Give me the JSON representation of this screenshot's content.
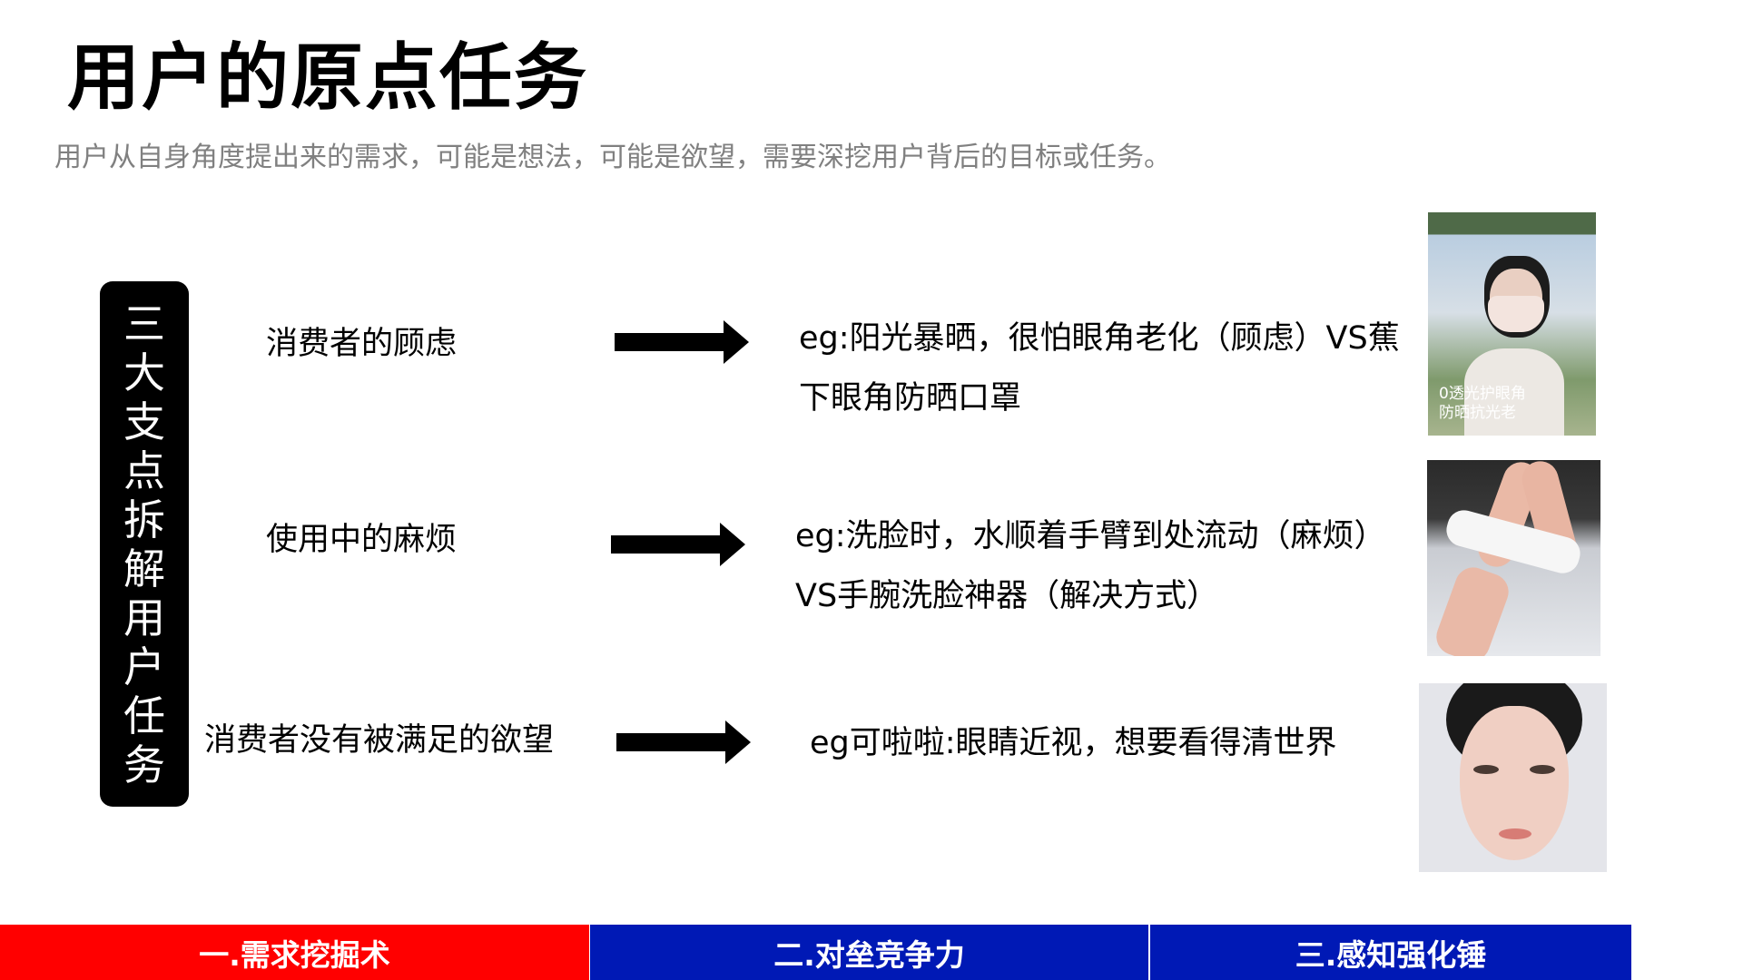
{
  "title": "用户的原点任务",
  "subtitle": "用户从自身角度提出来的需求，可能是想法，可能是欲望，需要深挖用户背后的目标或任务。",
  "side_label": [
    "三",
    "大",
    "支",
    "点",
    "拆",
    "解",
    "用",
    "户",
    "任",
    "务"
  ],
  "rows": [
    {
      "label": "消费者的顾虑",
      "example_lines": [
        "eg:阳光暴晒，很怕眼角老化（顾虑）VS蕉",
        "下眼角防晒口罩"
      ]
    },
    {
      "label": "使用中的麻烦",
      "example_lines": [
        "eg:洗脸时，水顺着手臂到处流动（麻烦）",
        "VS手腕洗脸神器（解决方式）"
      ]
    },
    {
      "label": "消费者没有被满足的欲望",
      "example_lines": [
        "eg可啦啦:眼睛近视，想要看得清世界"
      ]
    }
  ],
  "image1_caption": [
    "0透光护眼角",
    "防晒抗光老"
  ],
  "bottom_tabs": [
    {
      "label": "一.需求挖掘术",
      "color": "#ff0000"
    },
    {
      "label": "二.对垒竞争力",
      "color": "#0019b5"
    },
    {
      "label": "三.感知强化锤",
      "color": "#0019b5"
    }
  ]
}
